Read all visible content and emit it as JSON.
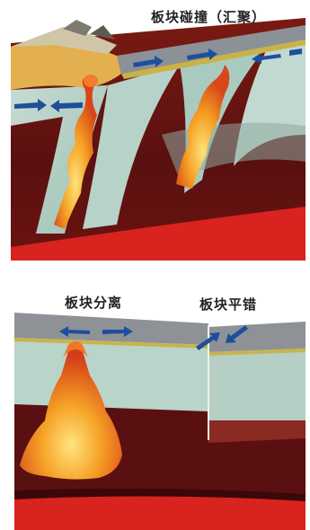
{
  "labels": {
    "collision": "板块碰撞（汇聚）",
    "divergent": "板块分离",
    "transform": "板块平错"
  },
  "colors": {
    "arrow": "#1d4f9c",
    "magma": "#f08a1c",
    "mantle": "#5a1010",
    "core_edge": "#d8231f",
    "crust_blue": "#b7d2c8",
    "crust_gray": "#8b9196",
    "land_yellow": "#e3b04f"
  },
  "icons": [
    "arrow-right-icon",
    "arrow-left-icon",
    "arrow-diagonal-icon"
  ]
}
